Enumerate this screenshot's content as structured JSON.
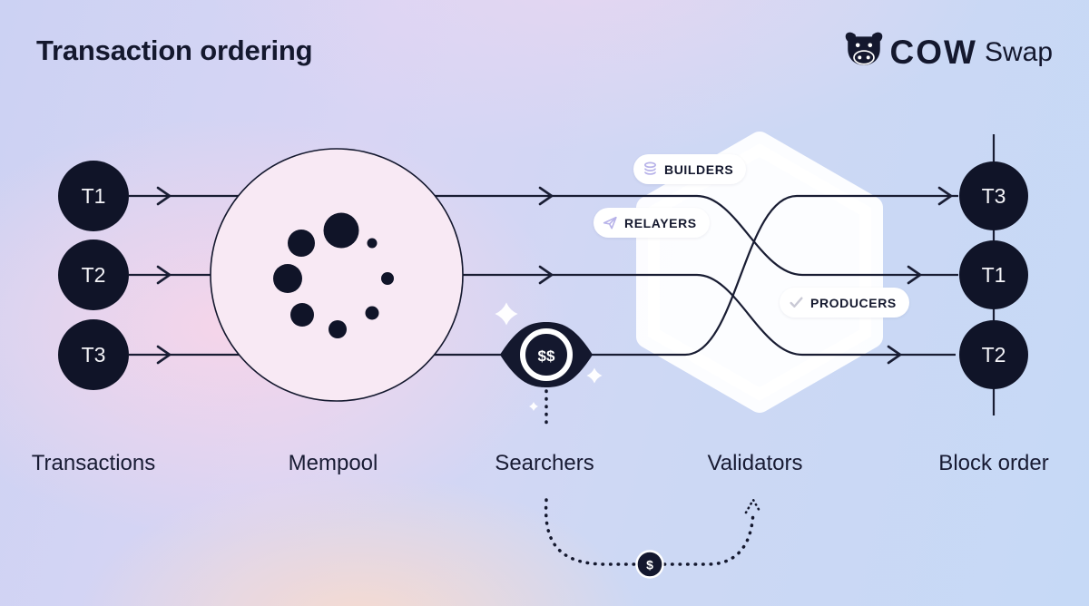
{
  "header": {
    "title": "Transaction ordering",
    "logo": {
      "brand": "COW",
      "suffix": "Swap"
    }
  },
  "flow": {
    "inputs": [
      "T1",
      "T2",
      "T3"
    ],
    "outputs": [
      "T3",
      "T1",
      "T2"
    ],
    "searchers_fee": "$$",
    "loop_fee": "$"
  },
  "badges": {
    "builders": "BUILDERS",
    "relayers": "RELAYERS",
    "producers": "PRODUCERS"
  },
  "stages": [
    "Transactions",
    "Mempool",
    "Searchers",
    "Validators",
    "Block order"
  ],
  "colors": {
    "ink": "#14182e",
    "badge_icon": "#b7b2e9",
    "check_icon": "#c9c9d5",
    "mempool_fill": "#f8e9f4",
    "white": "#ffffff"
  }
}
